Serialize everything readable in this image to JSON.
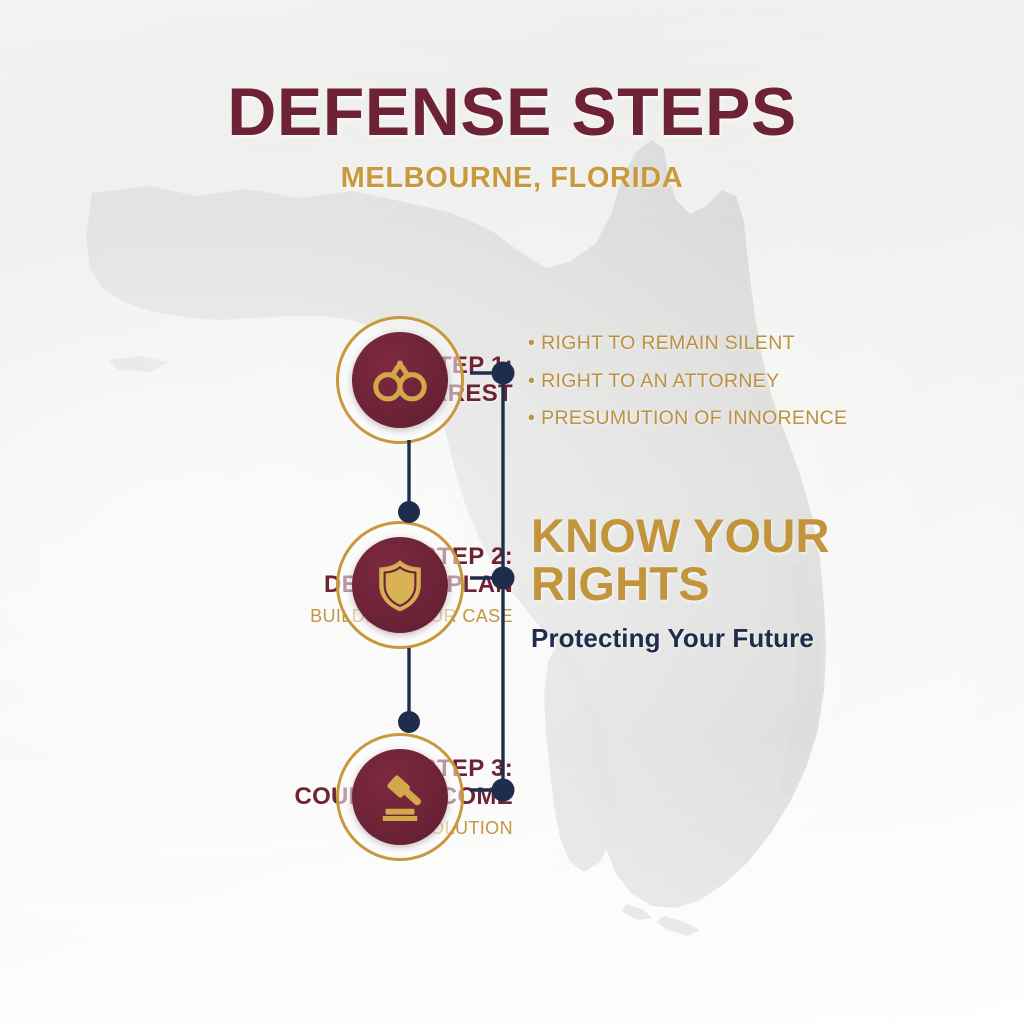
{
  "header": {
    "title": "DEFENSE STEPS",
    "subtitle": "MELBOURNE, FLORIDA"
  },
  "steps": [
    {
      "label_line1": "STEP 1:",
      "label_line2": "ARREST",
      "sublabel": "",
      "icon": "handcuffs-icon"
    },
    {
      "label_line1": "STEP 2:",
      "label_line2": "DEFENSE PLAN",
      "sublabel": "BUILDING YOUR CASE",
      "icon": "shield-icon"
    },
    {
      "label_line1": "STEP 3:",
      "label_line2": "COURT OUTCOME",
      "sublabel": "RESOLUTION",
      "icon": "gavel-icon"
    }
  ],
  "rights": {
    "items": [
      "RIGHT TO REMAIN SILENT",
      "RIGHT TO AN ATTORNEY",
      "PRESUMUTION OF INNORENCE"
    ],
    "bullet": "•"
  },
  "callout": {
    "title_line1": "KNOW YOUR",
    "title_line2": "RIGHTS",
    "subtitle": "Protecting Your Future"
  },
  "colors": {
    "maroon": "#6d2335",
    "gold": "#c89a3d",
    "navy": "#1f2d4d",
    "map_gray": "#d2d2d1",
    "background": "#f2f2f1"
  },
  "background": {
    "map_name": "florida-state-outline"
  }
}
